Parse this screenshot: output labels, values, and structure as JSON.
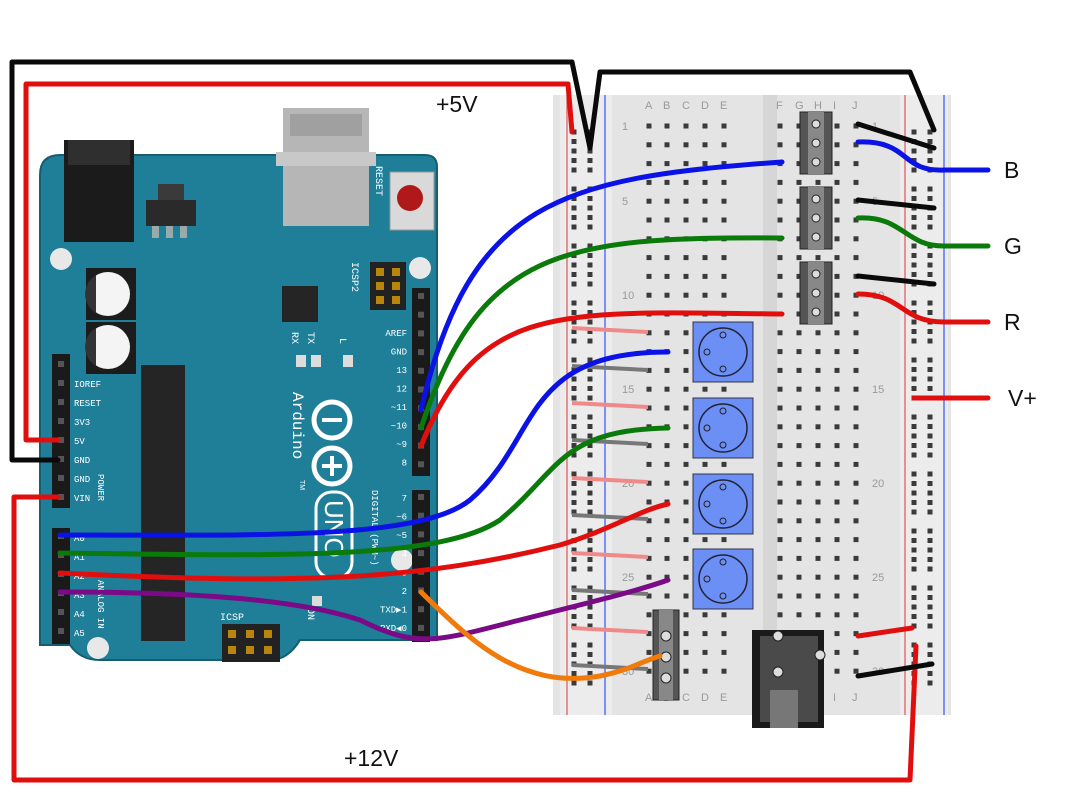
{
  "labels": {
    "plus5v": "+5V",
    "plus12v": "+12V",
    "b": "B",
    "g": "G",
    "r": "R",
    "vplus": "V+"
  },
  "board": {
    "reset": "RESET",
    "icsp2": "ICSP2",
    "icsp": "ICSP",
    "arduino": "Arduino",
    "uno": "UNO",
    "tm": "TM",
    "on": "ON",
    "l": "L",
    "tx": "TX",
    "rx": "RX",
    "digital": "DIGITAL (PWM~)",
    "power": "POWER",
    "analog": "ANALOG IN",
    "power_pins": [
      "IOREF",
      "RESET",
      "3V3",
      "5V",
      "GND",
      "GND",
      "VIN"
    ],
    "analog_pins": [
      "A0",
      "A1",
      "A2",
      "A3",
      "A4",
      "A5"
    ],
    "digital_high": [
      "AREF",
      "GND",
      "13",
      "12",
      "~11",
      "~10",
      "~9",
      "8"
    ],
    "digital_low": [
      "7",
      "~6",
      "~5",
      "4",
      "~3",
      "2",
      "TXD▶1",
      "RXD◀0"
    ]
  },
  "breadboard": {
    "cols_left": [
      "A",
      "B",
      "C",
      "D",
      "E"
    ],
    "cols_right": [
      "F",
      "G",
      "H",
      "I",
      "J"
    ],
    "row_numbers": [
      "1",
      "5",
      "10",
      "15",
      "20",
      "25",
      "30"
    ]
  },
  "colors": {
    "board": "#1f7f98",
    "wire_red": "#e10e0e",
    "wire_black": "#0a0a0a",
    "wire_blue": "#0a12e6",
    "wire_green": "#0a7a0a",
    "wire_purple": "#7a0a86",
    "wire_orange": "#f07a0a",
    "pot": "#6b8ff5"
  }
}
